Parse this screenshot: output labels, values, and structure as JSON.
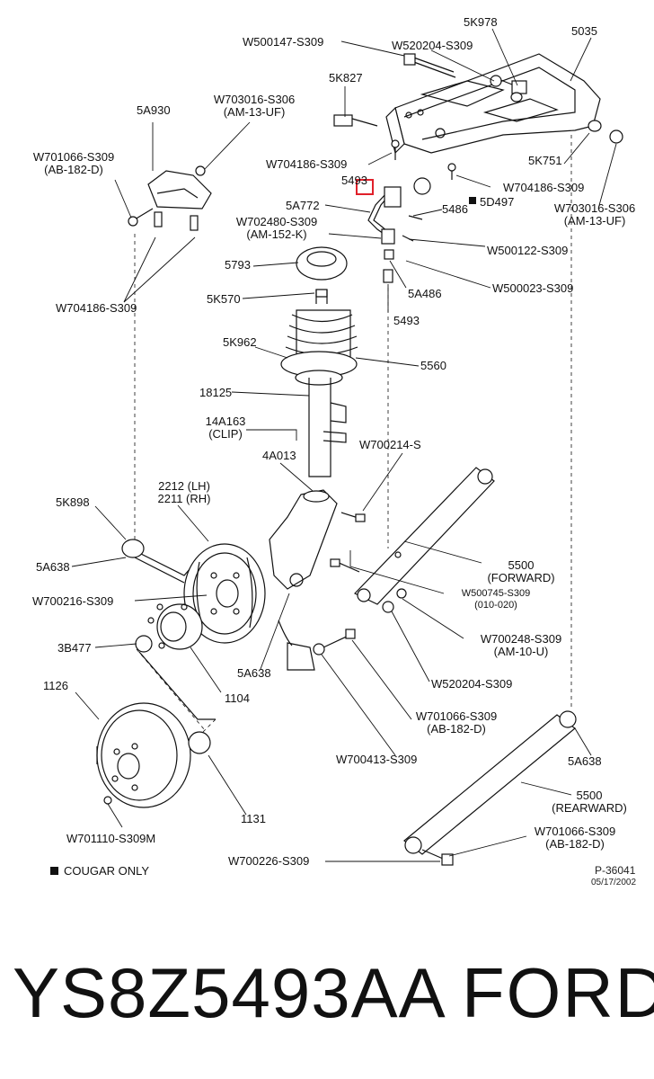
{
  "labels": {
    "w500147": "W500147-S309",
    "w520204_top": "W520204-S309",
    "p5k978": "5K978",
    "p5035": "5035",
    "p5k827": "5K827",
    "p5a930": "5A930",
    "w703016_left_a": "W703016-S306",
    "w703016_left_b": "(AM-13-UF)",
    "w701066_left_a": "W701066-S309",
    "w701066_left_b": "(AB-182-D)",
    "w704186_mid": "W704186-S309",
    "p5493_top": "5493",
    "p5k751": "5K751",
    "w704186_right": "W704186-S309",
    "p5d497": "5D497",
    "w703016_right_a": "W703016-S306",
    "w703016_right_b": "(AM-13-UF)",
    "p5a772": "5A772",
    "p5486": "5486",
    "w702480_a": "W702480-S309",
    "w702480_b": "(AM-152-K)",
    "w500122": "W500122-S309",
    "p5793": "5793",
    "w500023": "W500023-S309",
    "p5a486": "5A486",
    "w704186_left": "W704186-S309",
    "p5k570": "5K570",
    "p5493_bot": "5493",
    "p5k962": "5K962",
    "p5560": "5560",
    "p18125": "18125",
    "p14a163_a": "14A163",
    "p14a163_b": "(CLIP)",
    "p4a013": "4A013",
    "w700214": "W700214-S",
    "p2212": "2212 (LH)",
    "p2211": "2211 (RH)",
    "p5k898": "5K898",
    "p5a638_left": "5A638",
    "p5500_fwd_a": "5500",
    "p5500_fwd_b": "(FORWARD)",
    "w500745_a": "W500745-S309",
    "w500745_b": "(010-020)",
    "w700216": "W700216-S309",
    "p3b477": "3B477",
    "w700248_a": "W700248-S309",
    "w700248_b": "(AM-10-U)",
    "p5a638_mid": "5A638",
    "p1104": "1104",
    "w520204_bot": "W520204-S309",
    "p1126": "1126",
    "w701066_bot_a": "W701066-S309",
    "w701066_bot_b": "(AB-182-D)",
    "w700413": "W700413-S309",
    "p5a638_right": "5A638",
    "p5500_rear_a": "5500",
    "p5500_rear_b": "(REARWARD)",
    "p1131": "1131",
    "w701066_right_a": "W701066-S309",
    "w701066_right_b": "(AB-182-D)",
    "w701110": "W701110-S309M",
    "w700226": "W700226-S309"
  },
  "legend": {
    "text": "COUGAR ONLY"
  },
  "ref": {
    "code": "P-36041",
    "date": "05/17/2002"
  },
  "footer": {
    "part_number": "YS8Z5493AA",
    "brand": "FORD"
  },
  "colors": {
    "highlight": "#e0202a",
    "ink": "#111111"
  }
}
